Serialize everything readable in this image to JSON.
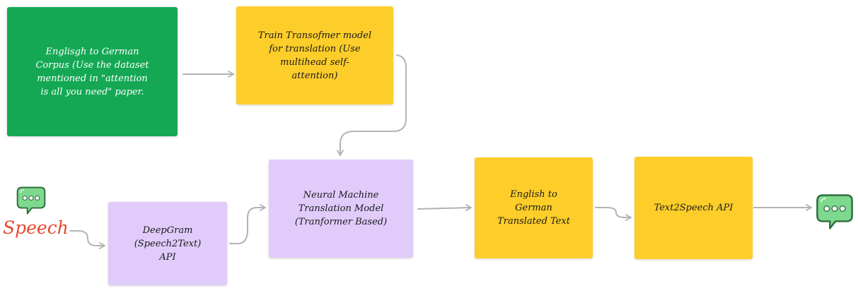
{
  "colors": {
    "green": "#14a854",
    "yellow": "#fdcd2a",
    "lavender": "#e0cbfb",
    "arrow": "#b3b3b3",
    "speech": "#e8462a",
    "bubble_fill": "#7ed88e",
    "bubble_stroke": "#2f6e3e"
  },
  "nodes": {
    "corpus": "Englisgh to German\nCorpus (Use the dataset\nmentioned in \"attention\nis all you need\" paper.",
    "train": "Train Transofmer model\nfor translation (Use\nmultihead self-\nattention)",
    "nmt": "Neural Machine\nTranslation Model\n(Tranformer Based)",
    "deepgram": "DeepGram\n(Speech2Text)\nAPI",
    "translated": "English to\nGerman\nTranslated Text",
    "tts": "Text2Speech API"
  },
  "labels": {
    "speech": "Speech"
  },
  "icons": {
    "input": "chat-bubble-icon",
    "output": "chat-bubble-icon"
  }
}
